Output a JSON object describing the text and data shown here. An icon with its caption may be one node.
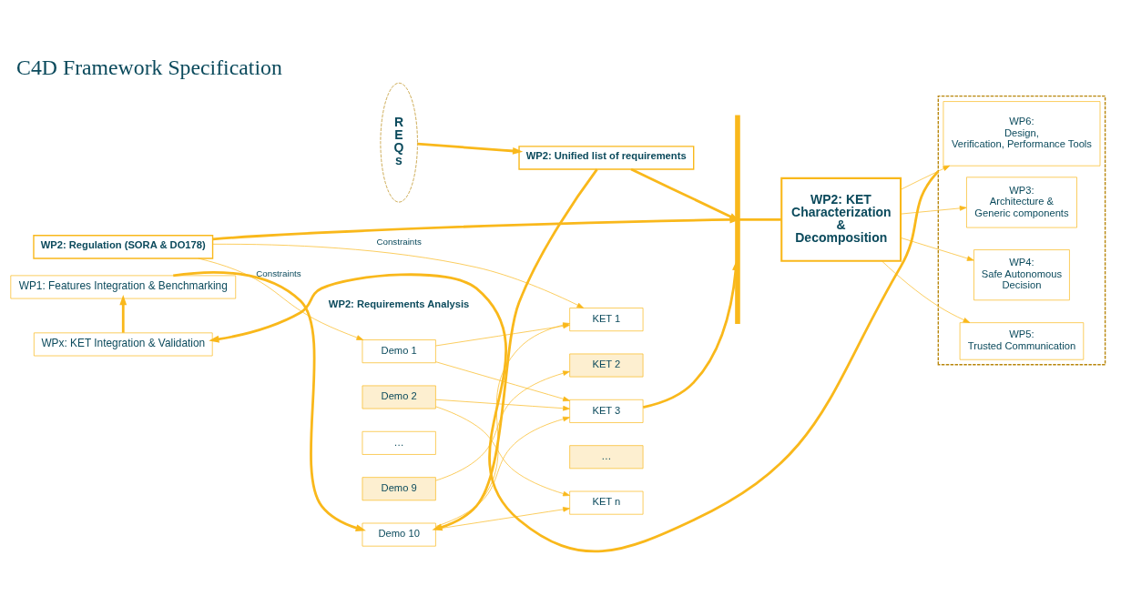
{
  "diagram": {
    "title": "C4D Framework Specification",
    "nodes": [
      {
        "text": [
          "WP2: Regulation (SORA & DO178)"
        ]
      },
      {
        "text": [
          "Demo 1"
        ]
      },
      {
        "text": [
          "Demo 2"
        ]
      },
      {
        "text": [
          "…"
        ]
      },
      {
        "text": [
          "Demo 9"
        ]
      },
      {
        "text": [
          "Demo 10"
        ]
      },
      {
        "text": [
          "KET 1"
        ]
      },
      {
        "text": [
          "KET 2"
        ]
      },
      {
        "text": [
          "KET 3"
        ]
      },
      {
        "text": [
          "…"
        ]
      },
      {
        "text": [
          "KET n"
        ]
      },
      {
        "text": [
          "R E Q s"
        ]
      },
      {
        "text": [
          "WP2: Unified list of requirements"
        ]
      },
      {
        "text": [],
        "shape": "bracket"
      },
      {
        "text": [
          "WP2: KET Characterization & Decomposition"
        ]
      },
      {
        "text": [],
        "shape": "box"
      },
      {
        "text": [
          "WP3: Architecture & Generic components"
        ],
        "in": 15
      },
      {
        "text": [
          "WP4: Safe Autonomous Decision"
        ],
        "in": 15
      },
      {
        "text": [
          "WP5: Trusted Communication"
        ],
        "in": 15
      },
      {
        "text": [
          "WP6: Design, Verification, Performance Tools"
        ],
        "in": 15
      },
      {
        "text": [
          "WPx: KET Integration & Validation"
        ]
      },
      {
        "text": [
          "WP1: Features Integration & Benchmarking"
        ]
      }
    ],
    "edges": [
      {
        "from": 0,
        "to": 1,
        "arrow": "to",
        "label": "Constraints"
      },
      {
        "from": 0,
        "to": 6,
        "arrow": "to",
        "label": "Constraints"
      },
      {
        "from": 1,
        "to": 6,
        "arrow": "to"
      },
      {
        "from": 1,
        "to": 8,
        "arrow": "to"
      },
      {
        "from": 2,
        "to": 8,
        "arrow": "to"
      },
      {
        "from": 2,
        "to": 10,
        "arrow": "to"
      },
      {
        "from": 4,
        "to": 7,
        "arrow": "to"
      },
      {
        "from": 5,
        "to": 6,
        "arrow": "to"
      },
      {
        "from": 5,
        "to": 8,
        "arrow": "to"
      },
      {
        "from": 5,
        "to": 10,
        "arrow": "to"
      },
      {
        "from": 11,
        "to": 12,
        "arrow": "to",
        "style": "thick"
      },
      {
        "from": 0,
        "to": 13,
        "arrow": "to",
        "style": "thick"
      },
      {
        "from": 8,
        "to": 13,
        "arrow": "to",
        "style": "thick"
      },
      {
        "from": 12,
        "to": 13,
        "arrow": "to",
        "style": "thick"
      },
      {
        "from": 13,
        "to": 14,
        "arrow": "none",
        "style": "thick"
      },
      {
        "from": 14,
        "to": 16,
        "arrow": "to"
      },
      {
        "from": 14,
        "to": 17,
        "arrow": "to"
      },
      {
        "from": 14,
        "to": 18,
        "arrow": "to"
      },
      {
        "from": 14,
        "to": 19,
        "arrow": "to"
      },
      {
        "from": 15,
        "to": 20,
        "arrow": "to",
        "style": "thick"
      },
      {
        "from": 20,
        "to": 21,
        "arrow": "to",
        "style": "thick"
      },
      {
        "from": 21,
        "to": 5,
        "arrow": "to",
        "style": "thick"
      },
      {
        "from": 12,
        "to": 5,
        "arrow": "to",
        "style": "thick"
      }
    ],
    "labels": [
      "WP2: Requirements Analysis"
    ]
  }
}
